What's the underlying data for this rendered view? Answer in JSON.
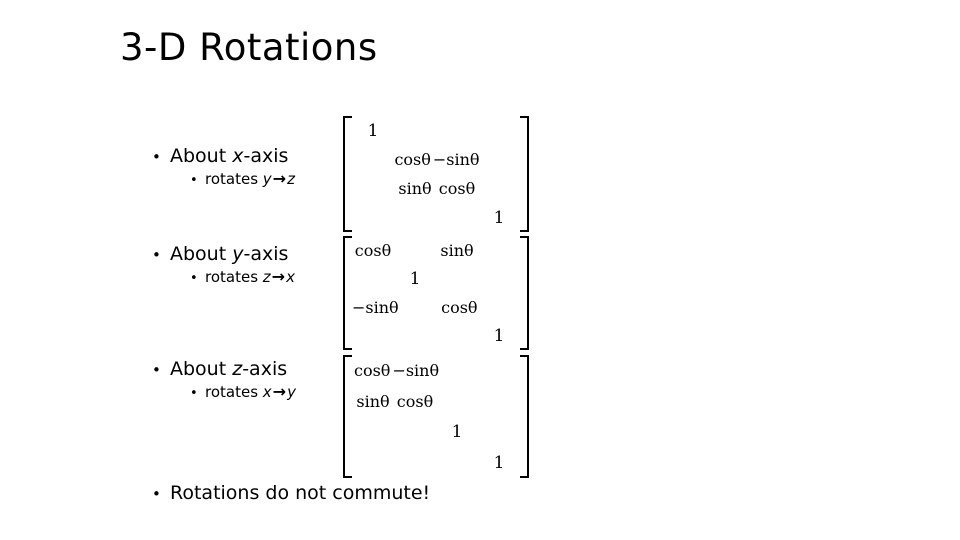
{
  "slide": {
    "title": "3-D Rotations",
    "background_color": "#ffffff",
    "text_color": "#000000",
    "bullet_glyph": "•",
    "arrow_glyph": "→"
  },
  "sections": [
    {
      "id": "x-axis",
      "heading_prefix": "About ",
      "heading_var": "x",
      "heading_suffix": "-axis",
      "sub_prefix": "rotates ",
      "sub_from": "y",
      "sub_to": "z",
      "matrix": {
        "name": "rotation-matrix-x",
        "rows": [
          [
            "1",
            "",
            "",
            ""
          ],
          [
            "",
            "cosθ",
            "−sinθ",
            ""
          ],
          [
            "",
            "sinθ",
            "cosθ",
            ""
          ],
          [
            "",
            "",
            "",
            "1"
          ]
        ]
      }
    },
    {
      "id": "y-axis",
      "heading_prefix": "About ",
      "heading_var": "y",
      "heading_suffix": "-axis",
      "sub_prefix": "rotates ",
      "sub_from": "z",
      "sub_to": "x",
      "matrix": {
        "name": "rotation-matrix-y",
        "rows": [
          [
            "cosθ",
            "",
            "sinθ",
            ""
          ],
          [
            "",
            "1",
            "",
            ""
          ],
          [
            "−sinθ",
            "",
            "cosθ",
            ""
          ],
          [
            "",
            "",
            "",
            "1"
          ]
        ]
      }
    },
    {
      "id": "z-axis",
      "heading_prefix": "About ",
      "heading_var": "z",
      "heading_suffix": "-axis",
      "sub_prefix": "rotates ",
      "sub_from": "x",
      "sub_to": "y",
      "matrix": {
        "name": "rotation-matrix-z",
        "rows": [
          [
            "cosθ",
            "−sinθ",
            "",
            ""
          ],
          [
            "sinθ",
            "cosθ",
            "",
            ""
          ],
          [
            "",
            "",
            "1",
            ""
          ],
          [
            "",
            "",
            "",
            "1"
          ]
        ]
      }
    }
  ],
  "final_note": "Rotations do not commute!"
}
